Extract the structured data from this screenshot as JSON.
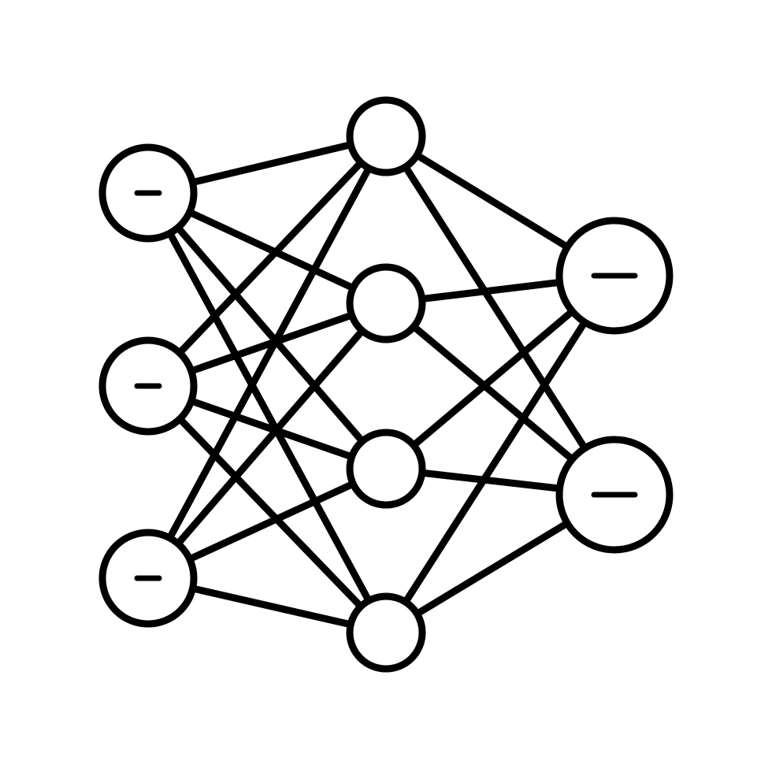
{
  "diagram": {
    "type": "neural-network-icon",
    "stroke_color": "#000000",
    "background_color": "#ffffff",
    "layers": [
      {
        "role": "input",
        "node_count": 3,
        "node_marker": "minus"
      },
      {
        "role": "hidden",
        "node_count": 4,
        "node_marker": "none"
      },
      {
        "role": "output",
        "node_count": 2,
        "node_marker": "minus"
      }
    ],
    "connections": "fully-connected-between-adjacent-layers"
  }
}
